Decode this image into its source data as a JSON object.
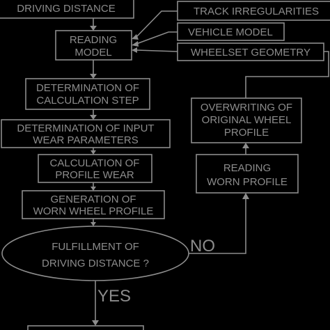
{
  "diagram": {
    "nodes": {
      "driving_distance": "DRIVING DISTANCE",
      "track_irregularities": "TRACK IRREGULARITIES",
      "vehicle_model": "VEHICLE MODEL",
      "wheelset_geometry": "WHEELSET GEOMETRY",
      "reading_model": [
        "READING",
        "MODEL"
      ],
      "calc_step": [
        "DETERMINATION OF",
        "CALCULATION STEP"
      ],
      "input_wear": [
        "DETERMINATION OF INPUT",
        "WEAR PARAMETERS"
      ],
      "profile_wear": [
        "CALCULATION OF",
        "PROFILE WEAR"
      ],
      "worn_profile_gen": [
        "GENERATION OF",
        "WORN WHEEL PROFILE"
      ],
      "decision": [
        "FULFILLMENT OF",
        "DRIVING DISTANCE ?"
      ],
      "reading_worn": [
        "READING",
        "WORN PROFILE"
      ],
      "overwriting": [
        "OVERWRITING OF",
        "ORIGINAL WHEEL",
        "PROFILE"
      ]
    },
    "edge_labels": {
      "no": "NO",
      "yes": "YES"
    },
    "colors": {
      "background": "#000000",
      "stroke": "#8c8c8c"
    }
  }
}
